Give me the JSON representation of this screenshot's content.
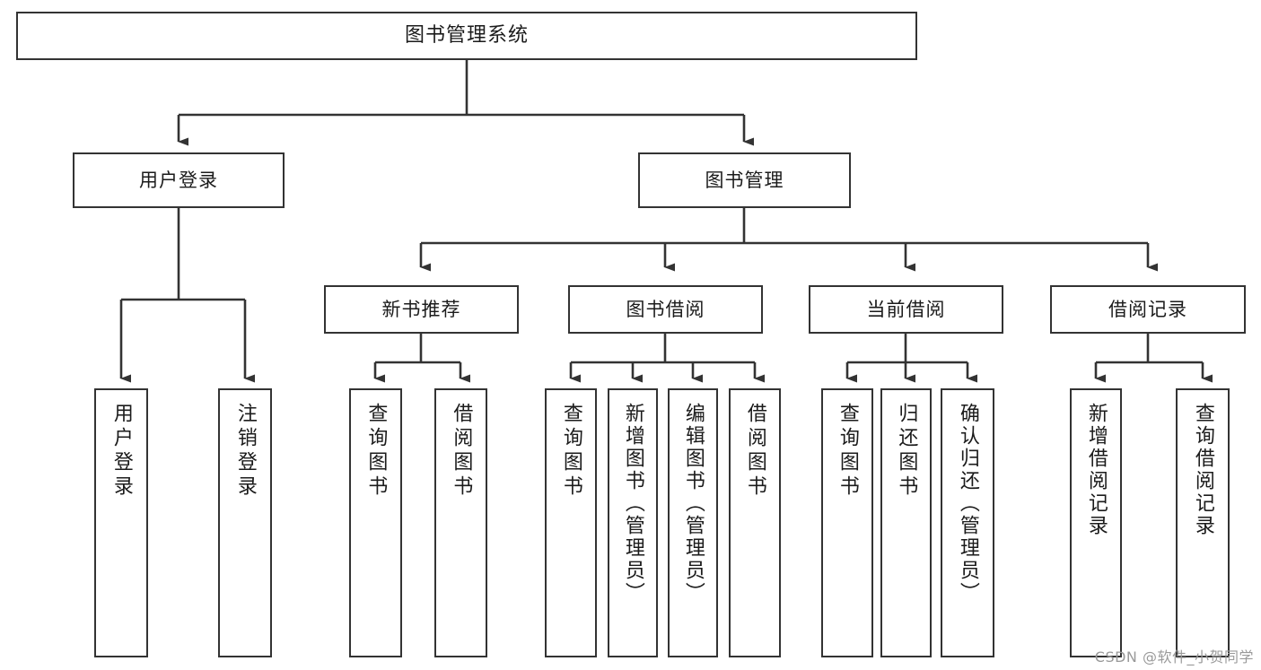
{
  "diagram": {
    "title": "图书管理系统",
    "type": "tree-hierarchy",
    "colors": {
      "stroke": "#333333",
      "box_fill": "#ffffff",
      "text": "#1b1b1b",
      "background": "#ffffff",
      "watermark": "#9a9a9a"
    },
    "root": {
      "label": "图书管理系统"
    },
    "level2": [
      {
        "label": "用户登录"
      },
      {
        "label": "图书管理"
      }
    ],
    "level3": [
      {
        "label": "新书推荐"
      },
      {
        "label": "图书借阅"
      },
      {
        "label": "当前借阅"
      },
      {
        "label": "借阅记录"
      }
    ],
    "leaves": [
      {
        "label": "用户登录"
      },
      {
        "label": "注销登录"
      },
      {
        "label": "查询图书"
      },
      {
        "label": "借阅图书"
      },
      {
        "label": "查询图书"
      },
      {
        "label": "新增图书（管理员）"
      },
      {
        "label": "编辑图书（管理员）"
      },
      {
        "label": "借阅图书"
      },
      {
        "label": "查询图书"
      },
      {
        "label": "归还图书"
      },
      {
        "label": "确认归还（管理员）"
      },
      {
        "label": "新增借阅记录"
      },
      {
        "label": "查询借阅记录"
      }
    ],
    "watermark": "CSDN @软件_小贺同学"
  }
}
